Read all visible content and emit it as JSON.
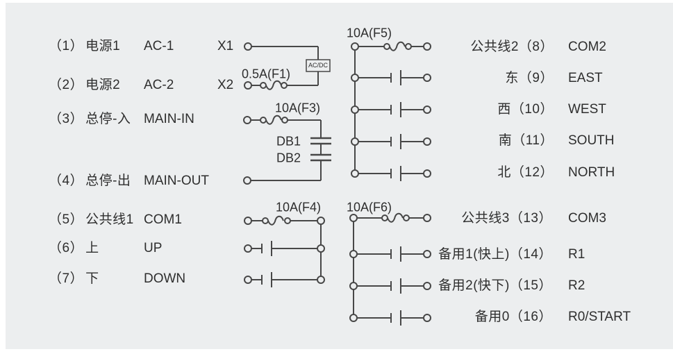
{
  "colors": {
    "page_background": "#ffffff",
    "canvas_background": "#eceeef",
    "line": "#474747",
    "text": "#2e2e2e"
  },
  "left_rows": [
    {
      "index": "（1）",
      "name_zh": "电源1",
      "code": "AC-1",
      "pin": "X1"
    },
    {
      "index": "（2）",
      "name_zh": "电源2",
      "code": "AC-2",
      "pin": "X2"
    },
    {
      "index": "（3）",
      "name_zh": "总停-入",
      "code": "MAIN-IN",
      "pin": ""
    },
    {
      "index": "（4）",
      "name_zh": "总停-出",
      "code": "MAIN-OUT",
      "pin": ""
    },
    {
      "index": "（5）",
      "name_zh": "公共线1",
      "code": "COM1",
      "pin": ""
    },
    {
      "index": "（6）",
      "name_zh": "上",
      "code": "UP",
      "pin": ""
    },
    {
      "index": "（7）",
      "name_zh": "下",
      "code": "DOWN",
      "pin": ""
    }
  ],
  "right_rows": [
    {
      "name_zh": "公共线2",
      "index": "（8）",
      "code": "COM2"
    },
    {
      "name_zh": "东",
      "index": "（9）",
      "code": "EAST"
    },
    {
      "name_zh": "西",
      "index": "（10）",
      "code": "WEST"
    },
    {
      "name_zh": "南",
      "index": "（11）",
      "code": "SOUTH"
    },
    {
      "name_zh": "北",
      "index": "（12）",
      "code": "NORTH"
    },
    {
      "name_zh": "公共线3",
      "index": "（13）",
      "code": "COM3"
    },
    {
      "name_zh": "备用1(快上)",
      "index": "（14）",
      "code": "R1"
    },
    {
      "name_zh": "备用2(快下)",
      "index": "（15）",
      "code": "R2"
    },
    {
      "name_zh": "备用0",
      "index": "（16）",
      "code": "R0/START"
    }
  ],
  "fuses": {
    "f1": "0.5A(F1)",
    "f3": "10A(F3)",
    "f4": "10A(F4)",
    "f5": "10A(F5)",
    "f6": "10A(F6)"
  },
  "components": {
    "acdc": "AC/DC",
    "db1": "DB1",
    "db2": "DB2"
  }
}
